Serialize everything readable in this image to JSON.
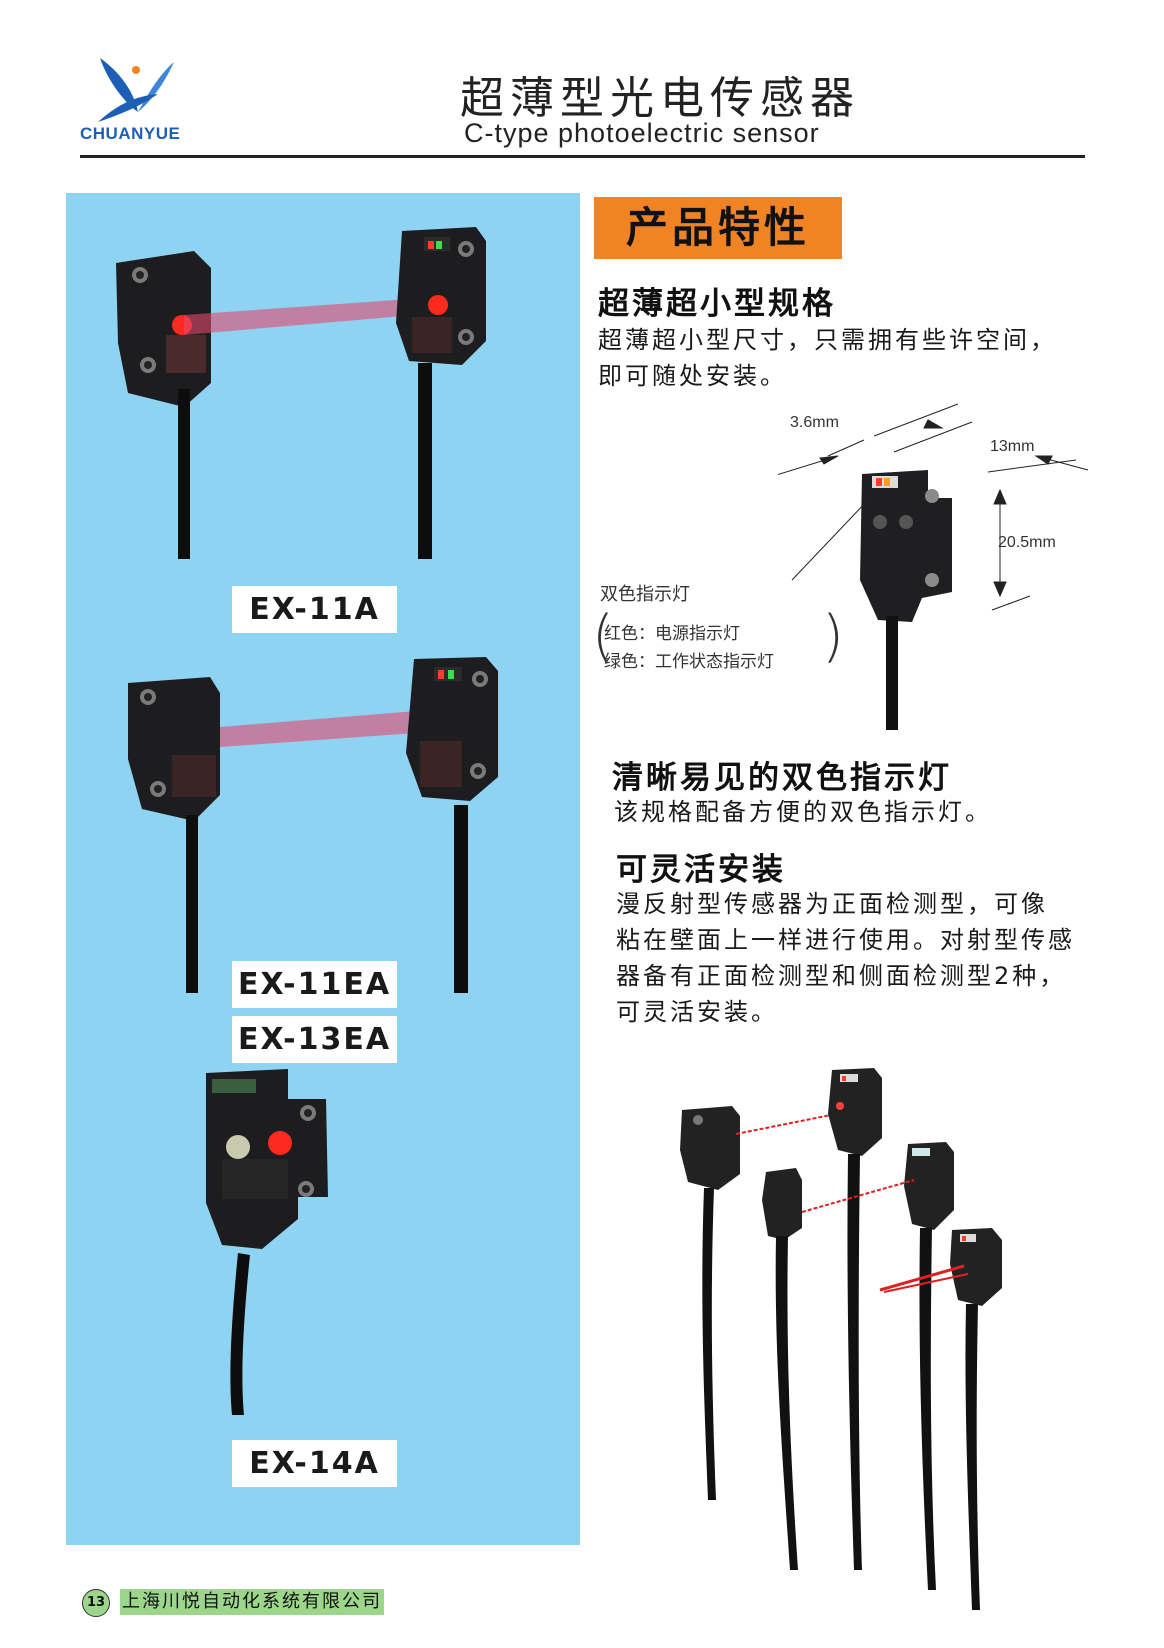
{
  "brand": {
    "logo_text": "CHUANYUE"
  },
  "header": {
    "title_cn": "超薄型光电传感器",
    "title_en": "C-type photoelectric sensor"
  },
  "models": [
    {
      "label": "EX-11A"
    },
    {
      "label": "EX-11EA"
    },
    {
      "label": "EX-13EA"
    },
    {
      "label": "EX-14A"
    }
  ],
  "features": {
    "badge": "产品特性",
    "sections": [
      {
        "heading": "超薄超小型规格",
        "lines": [
          "超薄超小型尺寸，只需拥有些许空间，",
          "即可随处安装。"
        ]
      },
      {
        "heading": "清晰易见的双色指示灯",
        "lines": [
          "该规格配备方便的双色指示灯。"
        ]
      },
      {
        "heading": "可灵活安装",
        "lines": [
          "漫反射型传感器为正面检测型，可像",
          "粘在壁面上一样进行使用。对射型传感",
          "器备有正面检测型和侧面检测型2种，",
          "可灵活安装。"
        ]
      }
    ]
  },
  "dimensions": {
    "thickness": "3.6mm",
    "width": "13mm",
    "height": "20.5mm",
    "indicator_label": "双色指示灯",
    "red_note": "红色：电源指示灯",
    "green_note": "绿色：工作状态指示灯"
  },
  "footer": {
    "page_number": "13",
    "company": "上海川悦自动化系统有限公司"
  },
  "colors": {
    "panel_blue": "#8fd3f3",
    "badge_orange": "#f08323",
    "logo_blue": "#1d5fb5",
    "footer_green": "#9bd68a"
  }
}
